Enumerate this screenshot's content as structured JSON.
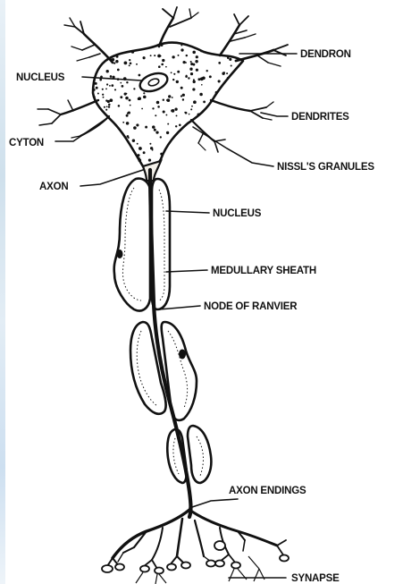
{
  "diagram": {
    "labels": {
      "dendron": "DENDRON",
      "nucleus_cell": "NUCLEUS",
      "dendrites": "DENDRITES",
      "cyton": "CYTON",
      "nissls_granules": "NISSL'S GRANULES",
      "axon": "AXON",
      "nucleus_axon": "NUCLEUS",
      "medullary_sheath": "MEDULLARY SHEATH",
      "node_of_ranvier": "NODE OF RANVIER",
      "axon_endings": "AXON ENDINGS",
      "synapse": "SYNAPSE"
    },
    "colors": {
      "ink": "#111111",
      "background": "#ffffff",
      "edge_strip": "#d5e3ee"
    }
  }
}
